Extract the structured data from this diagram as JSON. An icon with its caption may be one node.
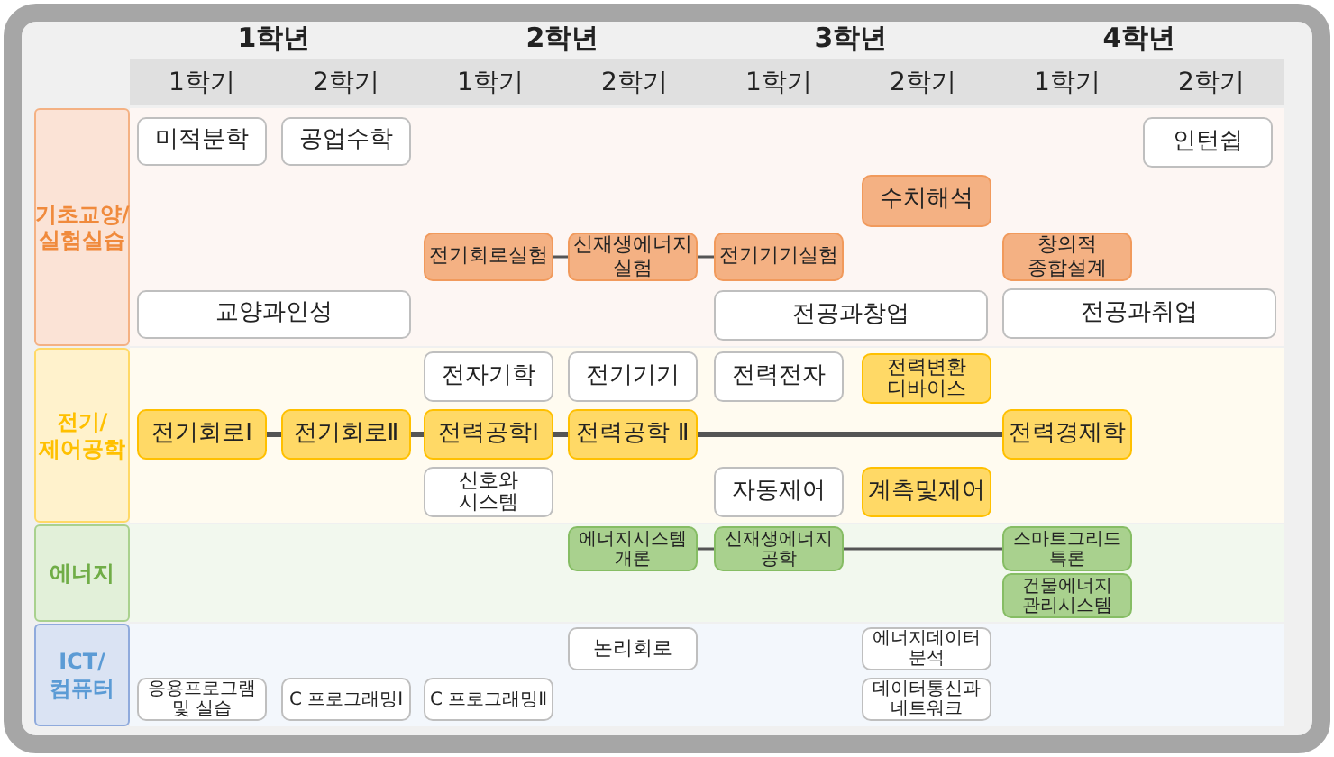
{
  "diagram": {
    "nodes": [
      {
        "text": [
          "기초교양/실험실습"
        ]
      },
      {
        "text": [
          "미적분학"
        ]
      },
      {
        "text": [
          "공업수학"
        ]
      },
      {
        "text": [
          "인턴쉽"
        ]
      },
      {
        "text": [
          "수치해석"
        ]
      },
      {
        "text": [
          "전기회로실험"
        ]
      },
      {
        "text": [
          "신재생에너지 실험"
        ]
      },
      {
        "text": [
          "전기기기실험"
        ]
      },
      {
        "text": [
          "창의적 종합설계"
        ]
      },
      {
        "text": [
          "교양과인성"
        ]
      },
      {
        "text": [
          "전공과창업"
        ]
      },
      {
        "text": [
          "전공과취업"
        ]
      },
      {
        "text": [
          "전기/제어공학"
        ]
      },
      {
        "text": [
          "전자기학"
        ]
      },
      {
        "text": [
          "전기기기"
        ]
      },
      {
        "text": [
          "전력전자"
        ]
      },
      {
        "text": [
          "전력변환 디바이스"
        ]
      },
      {
        "text": [
          "전기회로Ⅰ"
        ]
      },
      {
        "text": [
          "전기회로Ⅱ"
        ]
      },
      {
        "text": [
          "전력공학Ⅰ"
        ]
      },
      {
        "text": [
          "전력공학 Ⅱ"
        ]
      },
      {
        "text": [
          "전력경제학"
        ]
      },
      {
        "text": [
          "신호와 시스템"
        ]
      },
      {
        "text": [
          "자동제어"
        ]
      },
      {
        "text": [
          "계측및제어"
        ]
      },
      {
        "text": [
          "에너지"
        ]
      },
      {
        "text": [
          "에너지시스템 개론"
        ]
      },
      {
        "text": [
          "신재생에너지 공학"
        ]
      },
      {
        "text": [
          "스마트그리드 특론"
        ]
      },
      {
        "text": [
          "건물에너지 관리시스템"
        ]
      },
      {
        "text": [
          "ICT/컴퓨터"
        ]
      },
      {
        "text": [
          "논리회로"
        ]
      },
      {
        "text": [
          "에너지데이터 분석"
        ]
      },
      {
        "text": [
          "응용프로그램 및 실습"
        ]
      },
      {
        "text": [
          "C 프로그래밍Ⅰ"
        ]
      },
      {
        "text": [
          "C 프로그래밍Ⅱ"
        ]
      },
      {
        "text": [
          "데이터통신과 네트워크"
        ]
      }
    ],
    "edges": [
      {
        "from": 5,
        "to": 6,
        "arrow": "none"
      },
      {
        "from": 6,
        "to": 7,
        "arrow": "none"
      },
      {
        "from": 17,
        "to": 18,
        "arrow": "none",
        "style": "thick"
      },
      {
        "from": 18,
        "to": 19,
        "arrow": "none",
        "style": "thick"
      },
      {
        "from": 19,
        "to": 20,
        "arrow": "none",
        "style": "thick"
      },
      {
        "from": 20,
        "to": 21,
        "arrow": "none",
        "style": "thick"
      },
      {
        "from": 26,
        "to": 27,
        "arrow": "none"
      },
      {
        "from": 27,
        "to": 28,
        "arrow": "none"
      }
    ],
    "labels": [
      "1학년",
      "2학년",
      "3학년",
      "4학년",
      "1학기",
      "2학기",
      "1학기",
      "2학기",
      "1학기",
      "2학기",
      "1학기",
      "2학기"
    ]
  }
}
